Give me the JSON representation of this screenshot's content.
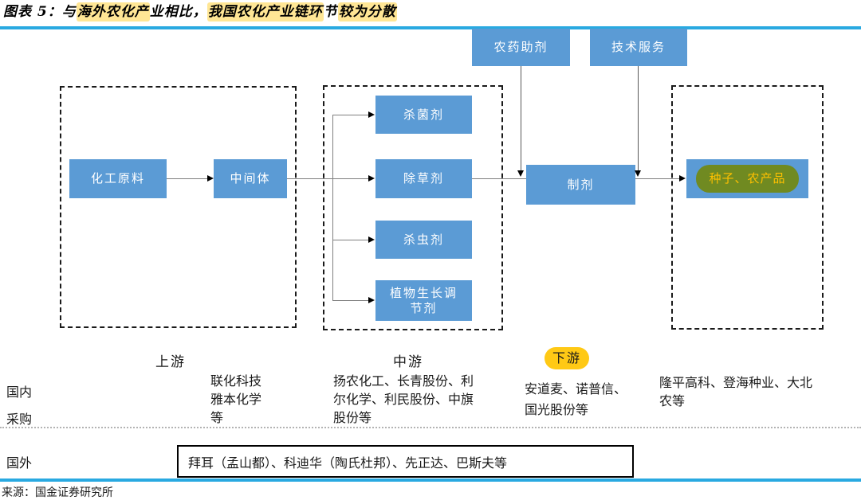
{
  "title": {
    "part1": "图表 5：与",
    "highlight1": "海外农化产",
    "part2": "业相比，",
    "highlight2": "我国农化产业链环",
    "part3": "节",
    "highlight3": "较为分散"
  },
  "colors": {
    "node_blue": "#5B9BD5",
    "accent_rule_blue": "#29A9E1",
    "title_highlight_yellow": "#FFE695",
    "downstream_pill_yellow": "#FFC915",
    "seed_pill_olive": "#708A21",
    "seed_pill_text_gold": "#FFC000"
  },
  "nodes": {
    "pesticide_adjuvant": "农药助剂",
    "technical_service": "技术服务",
    "chemical_raw_material": "化工原料",
    "intermediate": "中间体",
    "fungicide": "杀菌剂",
    "herbicide": "除草剂",
    "insecticide": "杀虫剂",
    "plant_growth_regulator": "植物生长调节剂",
    "formulation": "制剂",
    "seeds_agri_products": "种子、农产品"
  },
  "stages": {
    "upstream": "上游",
    "midstream": "中游",
    "downstream": "下游"
  },
  "annotations": {
    "domestic": "国内",
    "procurement": "采购",
    "foreign": "国外",
    "upstream_companies": "联化科技\n雅本化学\n等",
    "midstream_companies": "扬农化工、长青股份、利尔化学、利民股份、中旗股份等",
    "downstream_formulation_companies": "安道麦、诺普信、国光股份等",
    "downstream_seed_companies": "隆平高科、登海种业、大北农等",
    "foreign_companies": "拜耳（孟山都）、科迪华（陶氏杜邦）、先正达、巴斯夫等"
  },
  "source": "来源：国金证券研究所"
}
